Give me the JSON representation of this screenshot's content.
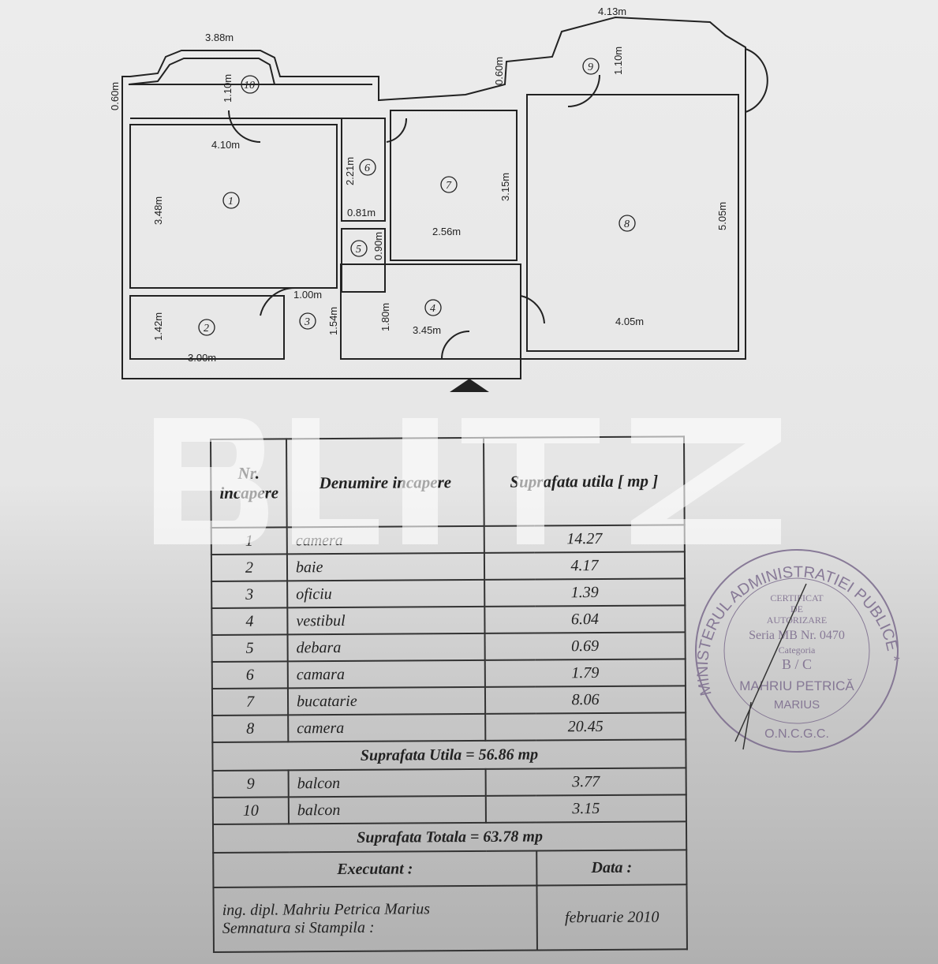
{
  "watermark": "BLITZ",
  "plan": {
    "dimensions": {
      "d_388": "3.88m",
      "d_413": "4.13m",
      "d_060a": "0.60m",
      "d_110a": "1.10m",
      "d_410": "4.10m",
      "d_348": "3.48m",
      "d_221": "2.21m",
      "d_081": "0.81m",
      "d_090": "0.90m",
      "d_256": "2.56m",
      "d_315": "3.15m",
      "d_060b": "0.60m",
      "d_110b": "1.10m",
      "d_505": "5.05m",
      "d_405": "4.05m",
      "d_100": "1.00m",
      "d_154": "1.54m",
      "d_180": "1.80m",
      "d_345": "3.45m",
      "d_142": "1.42m",
      "d_300": "3.00m"
    },
    "room_numbers": [
      "1",
      "2",
      "3",
      "4",
      "5",
      "6",
      "7",
      "8",
      "9",
      "10"
    ]
  },
  "table": {
    "headers": {
      "nr": "Nr. incapere",
      "name": "Denumire incapere",
      "area": "Suprafata utila [ mp ]"
    },
    "rooms": [
      {
        "nr": "1",
        "name": "camera",
        "area": "14.27"
      },
      {
        "nr": "2",
        "name": "baie",
        "area": "4.17"
      },
      {
        "nr": "3",
        "name": "oficiu",
        "area": "1.39"
      },
      {
        "nr": "4",
        "name": "vestibul",
        "area": "6.04"
      },
      {
        "nr": "5",
        "name": "debara",
        "area": "0.69"
      },
      {
        "nr": "6",
        "name": "camara",
        "area": "1.79"
      },
      {
        "nr": "7",
        "name": "bucatarie",
        "area": "8.06"
      },
      {
        "nr": "8",
        "name": "camera",
        "area": "20.45"
      }
    ],
    "useful_total": "Suprafata Utila = 56.86 mp",
    "balconies": [
      {
        "nr": "9",
        "name": "balcon",
        "area": "3.77"
      },
      {
        "nr": "10",
        "name": "balcon",
        "area": "3.15"
      }
    ],
    "grand_total": "Suprafata Totala = 63.78 mp",
    "executant_label": "Executant :",
    "date_label": "Data :",
    "executant_name": "ing. dipl. Mahriu Petrica Marius",
    "signature_label": "Semnatura si Stampila :",
    "date_value": "februarie 2010"
  },
  "stamp": {
    "ring_text": "MINISTERUL ADMINISTRATIEI PUBLICE * O.N.C.G.C.",
    "lines": [
      "CERTIFICAT",
      "DE",
      "AUTORIZARE",
      "Seria MB Nr. 0470",
      "Categoria",
      "B / C",
      "MAHRIU PETRICĂ",
      "MARIUS"
    ],
    "color": "#7a6a8c"
  }
}
